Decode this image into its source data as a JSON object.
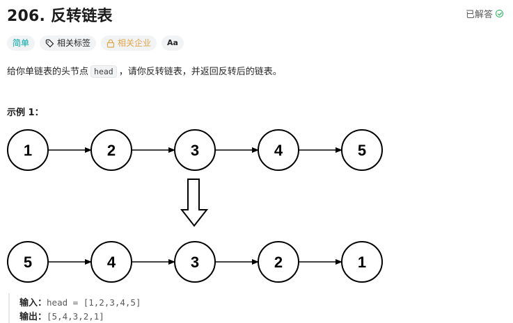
{
  "problem": {
    "title": "206. 反转链表",
    "solved_label": "已解答"
  },
  "tags": {
    "difficulty": "简单",
    "related_tags": "相关标签",
    "related_companies": "相关企业",
    "font_toggle": "Aa"
  },
  "description": {
    "before": "给你单链表的头节点",
    "code": "head",
    "after": "，请你反转链表，并返回反转后的链表。"
  },
  "example": {
    "title": "示例 1：",
    "input_label": "输入：",
    "input_value": "head = [1,2,3,4,5]",
    "output_label": "输出：",
    "output_value": "[5,4,3,2,1]"
  },
  "diagram": {
    "top_nodes": [
      "1",
      "2",
      "3",
      "4",
      "5"
    ],
    "bottom_nodes": [
      "5",
      "4",
      "3",
      "2",
      "1"
    ]
  },
  "colors": {
    "easy": "#00a8a8",
    "company": "#e0a44a",
    "solved_check": "#2db55d"
  }
}
